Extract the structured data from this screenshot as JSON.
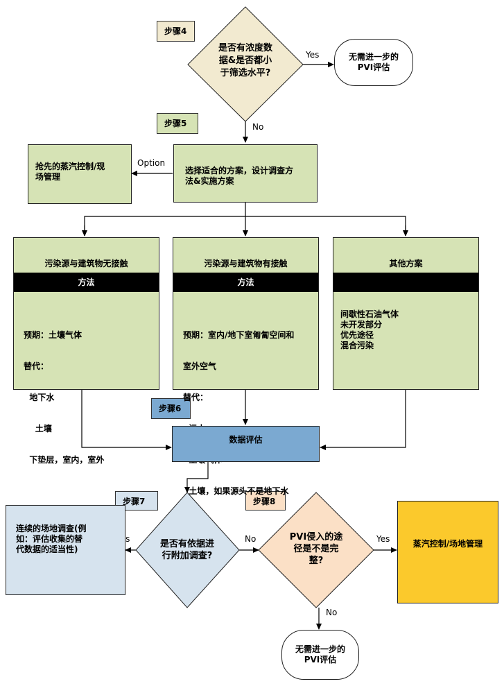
{
  "step4": "步骤4",
  "step5": "步骤5",
  "step6": "步骤6",
  "step7": "步骤7",
  "step8": "步骤8",
  "decision_top": [
    "是否有浓度数",
    "据&是否都小",
    "于筛选水平?"
  ],
  "no_further_top": [
    "无需进一步的",
    "PVI评估"
  ],
  "yes1": "Yes",
  "no1": "No",
  "option_label": "Option",
  "preemptive": [
    "抢先的蒸汽控制/现",
    "场管理"
  ],
  "choose_plan": [
    "选择适合的方案，设计调查方",
    "法&实施方案"
  ],
  "col1": {
    "title": "污染源与建筑物无接触",
    "method": "方法",
    "lines": [
      "预期：土壤气体",
      "替代：",
      "  地下水",
      "    土壤",
      "  下垫层，室内，室外"
    ]
  },
  "col2": {
    "title": "污染源与建筑物有接触",
    "method": "方法",
    "lines": [
      "预期：室内/地下室匍匐空间和",
      "室外空气",
      "替代：",
      "  污水",
      "  土壤气体",
      "  土壤，如果源头不是地下水"
    ]
  },
  "col3": {
    "title": "其他方案",
    "lines": [
      "间歇性石油气体",
      "未开发部分",
      "优先途径",
      "混合污染"
    ]
  },
  "data_eval": "数据评估",
  "decision_left": [
    "是否有依据进",
    "行附加调查?"
  ],
  "yes_left": "Yes",
  "no_mid": "No",
  "continued": [
    "连续的场地调查(例",
    "如：评估收集的替",
    "代数据的适当性)"
  ],
  "decision_right": [
    "PVI侵入的途",
    "径是不是完",
    "整?"
  ],
  "yes_right": "Yes",
  "no_bottom": "No",
  "vapor_control": "蒸汽控制/场地管理",
  "no_further_bottom": [
    "无需进一步的",
    "PVI评估"
  ],
  "colors": {
    "green": "#d6e3b5",
    "beige": "#f2ead0",
    "blue": "#7ba9d1",
    "light_blue": "#d6e3ee",
    "peach": "#fbe0c6",
    "yellow": "#fbc92c"
  }
}
